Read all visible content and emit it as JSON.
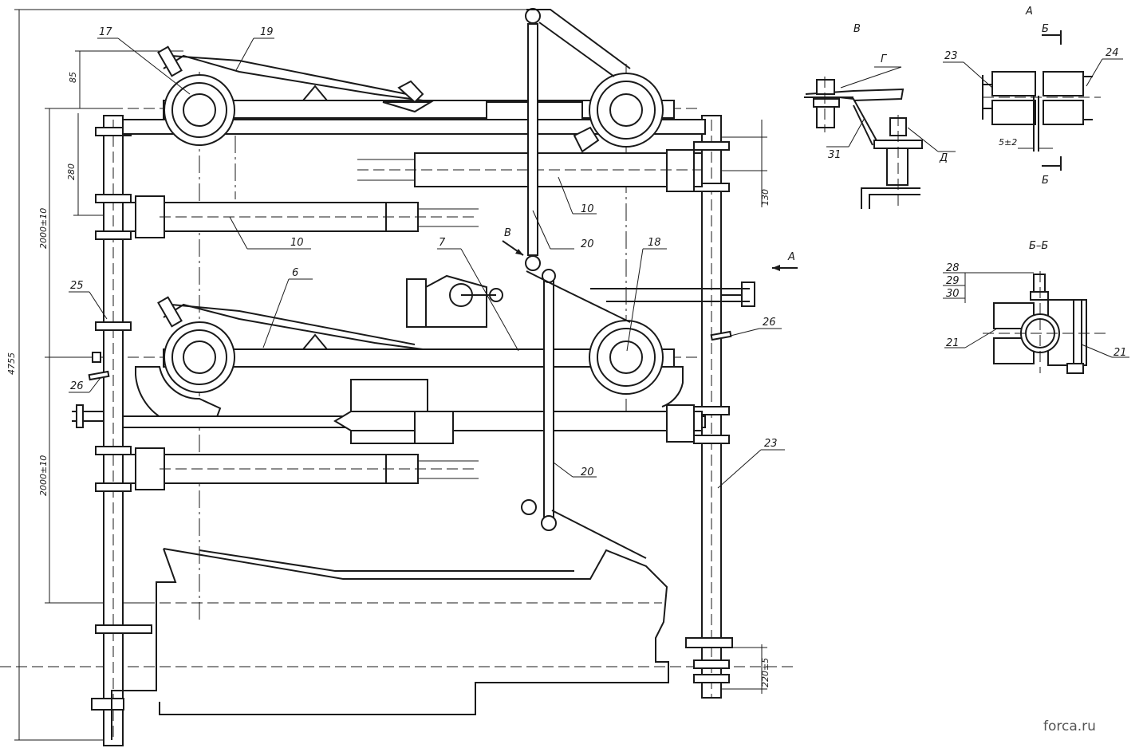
{
  "labels": {
    "l17": "17",
    "l19": "19",
    "l10a": "10",
    "l10b": "10",
    "l20a": "20",
    "l20b": "20",
    "l7": "7",
    "l18": "18",
    "l6": "6",
    "l25": "25",
    "l26a": "26",
    "l26b": "26",
    "l23main": "23",
    "l31": "31",
    "lG": "Г",
    "lD": "Д",
    "l23": "23",
    "l24": "24",
    "l28": "28",
    "l29": "29",
    "l30": "30",
    "l21a": "21",
    "l21b": "21"
  },
  "view_markers": {
    "B_main": "В",
    "A_main": "А",
    "B_view": "В",
    "A_view": "А",
    "section_mark_top": "Б",
    "section_mark_bottom": "Б",
    "section_title": "Б–Б"
  },
  "dimensions": {
    "d85": "85",
    "d280": "280",
    "d130": "130",
    "d2000a": "2000±10",
    "d2000b": "2000±10",
    "d4755": "4755",
    "d220": "220±5",
    "d5": "5±2"
  },
  "watermark": "forca.ru"
}
